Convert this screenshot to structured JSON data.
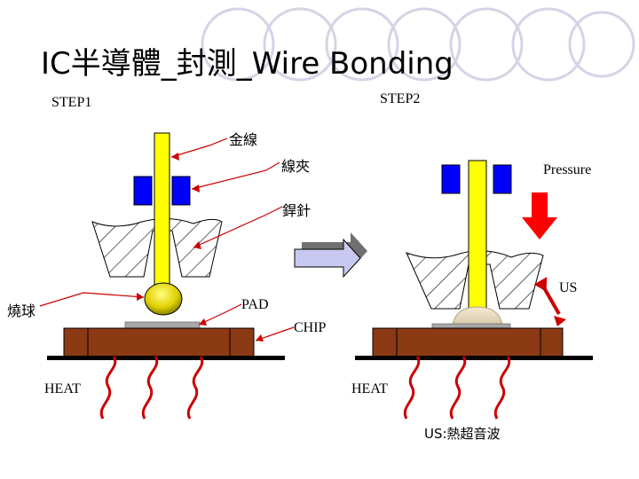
{
  "title": "IC半導體_封測_Wire Bonding",
  "labels": {
    "step1": "STEP1",
    "step2": "STEP2",
    "gold_wire": "金線",
    "wire_clamp": "線夾",
    "bonding_needle": "銲針",
    "fired_ball": "燒球",
    "pad": "PAD",
    "chip": "CHIP",
    "heat_left": "HEAT",
    "heat_right": "HEAT",
    "pressure": "Pressure",
    "us": "US",
    "us_note": "US:熱超音波"
  },
  "colors": {
    "wire": "#ffff00",
    "clamp": "#0000ff",
    "ball": "#e0d000",
    "substrate": "#8b3a14",
    "chip": "#a8a8a8",
    "heat": "#cc0000",
    "arrow_fill": "#c8c8f0",
    "arrow_shadow": "#707070",
    "background_circles": "#d4d4e6"
  }
}
